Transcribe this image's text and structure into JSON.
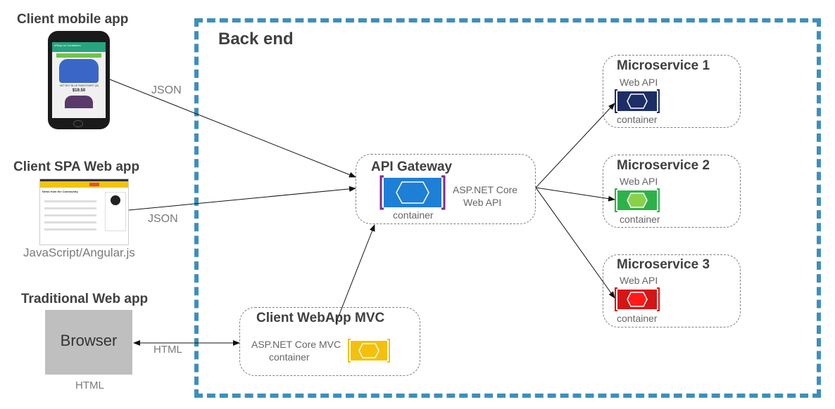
{
  "clients": {
    "mobile": {
      "title": "Client mobile app",
      "json_label": "JSON",
      "screen": {
        "header": "eShop on Containers",
        "caption": ".NET BOT BLUE SWEATSHIRT (M)",
        "price": "$19.50"
      }
    },
    "spa": {
      "title": "Client SPA Web app",
      "json_label": "JSON",
      "subtitle": "JavaScript/Angular.js",
      "screen": {
        "header": "News from the Community"
      }
    },
    "traditional": {
      "title": "Traditional  Web app",
      "browser_label": "Browser",
      "html_label": "HTML",
      "subtitle": "HTML"
    }
  },
  "backend": {
    "title": "Back end",
    "api_gateway": {
      "title": "API Gateway",
      "tech_line1": "ASP.NET Core",
      "tech_line2": "Web API",
      "container_label": "container",
      "color": "#1e7fd6"
    },
    "webapp_mvc": {
      "title": "Client WebApp  MVC",
      "tech_line1": "ASP.NET Core MVC",
      "tech_line2": "container",
      "color": "#f5c00c"
    },
    "microservices": [
      {
        "title": "Microservice  1",
        "api_label": "Web API",
        "container_label": "container",
        "color": "#1d2e66"
      },
      {
        "title": "Microservice  2",
        "api_label": "Web API",
        "container_label": "container",
        "color": "#2db24a",
        "inner_color": "#8ad04a"
      },
      {
        "title": "Microservice  3",
        "api_label": "Web API",
        "container_label": "container",
        "color": "#d41616",
        "inner_color": "#ff1a1a"
      }
    ]
  },
  "colors": {
    "frame": "#3d8fbd",
    "browser_bg": "#bfbfbf"
  }
}
